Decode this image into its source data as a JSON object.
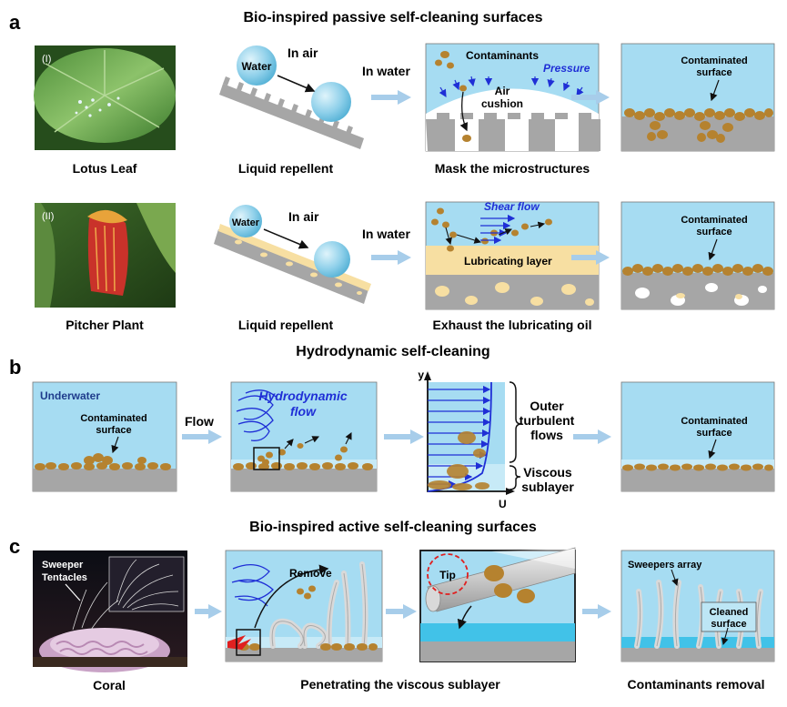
{
  "panel_a": {
    "letter": "a",
    "title": "Bio-inspired passive self-cleaning surfaces",
    "row1": {
      "photo_tag": "(I)",
      "photo_label": "Lotus Leaf",
      "water": "Water",
      "in_air": "In air",
      "in_water": "In water",
      "repellent_label": "Liquid repellent",
      "contaminants": "Contaminants",
      "pressure": "Pressure",
      "air_cushion_1": "Air",
      "air_cushion_2": "cushion",
      "mask_label": "Mask the microstructures",
      "contaminated_1": "Contaminated",
      "contaminated_2": "surface"
    },
    "row2": {
      "photo_tag": "(II)",
      "photo_label": "Pitcher Plant",
      "water": "Water",
      "in_air": "In air",
      "in_water": "In water",
      "repellent_label": "Liquid repellent",
      "shear_flow": "Shear flow",
      "lubricating_layer": "Lubricating layer",
      "exhaust_label": "Exhaust the lubricating oil",
      "contaminated_1": "Contaminated",
      "contaminated_2": "surface"
    }
  },
  "panel_b": {
    "letter": "b",
    "title": "Hydrodynamic self-cleaning",
    "underwater": "Underwater",
    "contaminated_1": "Contaminated",
    "contaminated_2": "surface",
    "flow": "Flow",
    "hydro_1": "Hydrodynamic",
    "hydro_2": "flow",
    "y_axis": "y",
    "u_axis": "U",
    "outer_1": "Outer",
    "outer_2": "turbulent",
    "outer_3": "flows",
    "viscous_1": "Viscous",
    "viscous_2": "sublayer",
    "result_1": "Contaminated",
    "result_2": "surface"
  },
  "panel_c": {
    "letter": "c",
    "title": "Bio-inspired active self-cleaning surfaces",
    "sweeper_1": "Sweeper",
    "sweeper_2": "Tentacles",
    "coral_label": "Coral",
    "remove": "Remove",
    "penetrate_label": "Penetrating the viscous sublayer",
    "tip": "Tip",
    "sweepers_array": "Sweepers array",
    "cleaned_1": "Cleaned",
    "cleaned_2": "surface",
    "removal_label": "Contaminants removal"
  },
  "colors": {
    "water_blue": "#a6dcf2",
    "arrow_blue": "#a7cdea",
    "contaminant": "#b5822f",
    "substrate": "#a6a6a6",
    "lubricant": "#f7dfa2",
    "flow_blue": "#1f2fd6"
  }
}
